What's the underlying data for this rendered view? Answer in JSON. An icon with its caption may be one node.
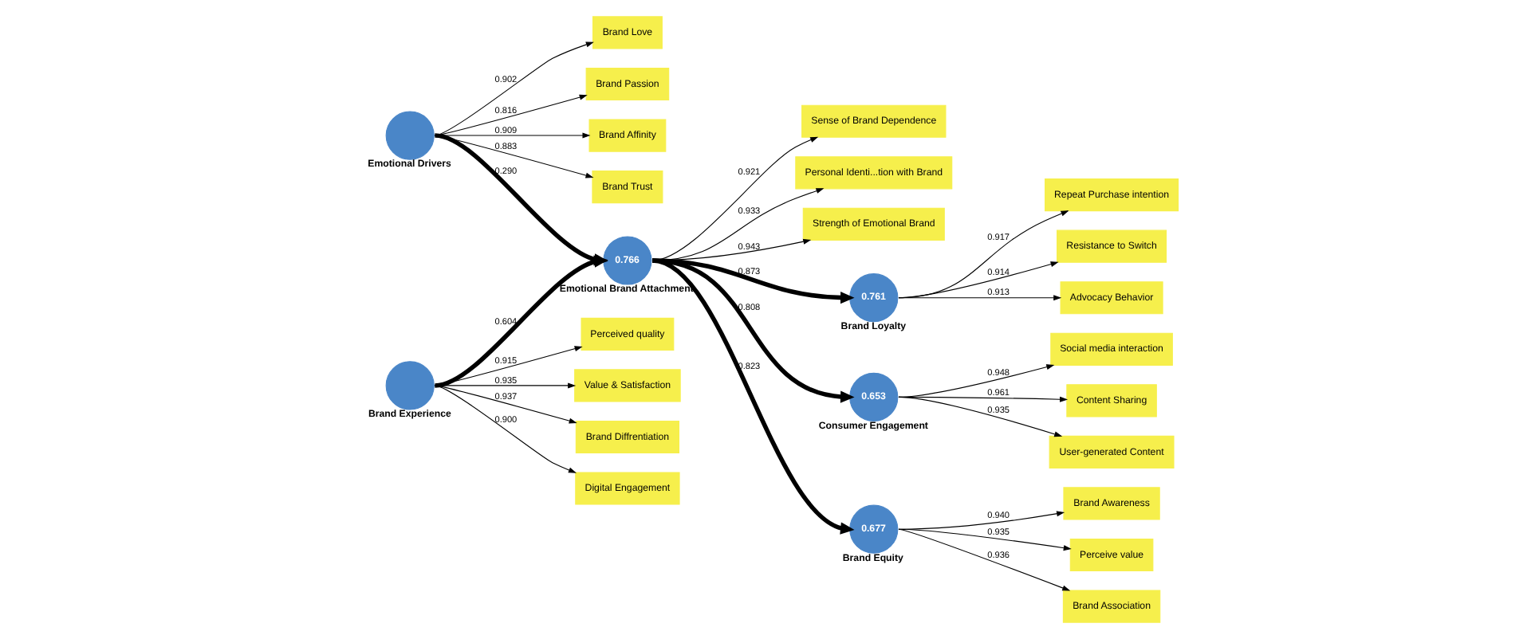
{
  "diagram": {
    "nodes": [
      {
        "text": [
          "Brand Love"
        ]
      },
      {
        "text": [
          "Brand Passion"
        ]
      },
      {
        "text": [
          "Brand Affinity"
        ]
      },
      {
        "text": [
          "Brand Trust"
        ]
      },
      {
        "text": [],
        "shape": "circle",
        "beside": [
          "Emotional Drivers"
        ]
      },
      {
        "text": [
          "Perceived quality"
        ]
      },
      {
        "text": [
          "Value & Satisfaction"
        ]
      },
      {
        "text": [
          "Brand Diffrentiation"
        ]
      },
      {
        "text": [
          "Digital Engagement"
        ]
      },
      {
        "text": [],
        "shape": "circle",
        "beside": [
          "Brand Experience"
        ]
      },
      {
        "text": [
          "Sense of Brand Dependence"
        ]
      },
      {
        "text": [
          "Personal Identi...tion with Brand"
        ]
      },
      {
        "text": [
          "Strength of Emotional Brand"
        ]
      },
      {
        "text": [
          "0.766"
        ],
        "beside": [
          "Emotional Brand Attachment"
        ]
      },
      {
        "text": [
          "Repeat Purchase intention"
        ]
      },
      {
        "text": [
          "Resistance to Switch"
        ]
      },
      {
        "text": [
          "Advocacy Behavior"
        ]
      },
      {
        "text": [
          "0.761"
        ],
        "beside": [
          "Brand Loyalty"
        ]
      },
      {
        "text": [
          "Social media interaction"
        ]
      },
      {
        "text": [
          "Content Sharing"
        ]
      },
      {
        "text": [
          "User-generated Content"
        ]
      },
      {
        "text": [
          "0.653"
        ],
        "beside": [
          "Consumer Engagement"
        ]
      },
      {
        "text": [
          "Brand Awareness"
        ]
      },
      {
        "text": [
          "Perceive value"
        ]
      },
      {
        "text": [
          "Brand Association"
        ]
      },
      {
        "text": [
          "0.677"
        ],
        "beside": [
          "Brand Equity"
        ]
      }
    ],
    "edges": [
      {
        "from": 4,
        "to": 0,
        "arrow": "to",
        "label": "0.902"
      },
      {
        "from": 4,
        "to": 1,
        "arrow": "to",
        "label": "0.816"
      },
      {
        "from": 4,
        "to": 2,
        "arrow": "to",
        "label": "0.909"
      },
      {
        "from": 4,
        "to": 3,
        "arrow": "to",
        "label": "0.883"
      },
      {
        "from": 9,
        "to": 5,
        "arrow": "to",
        "label": "0.915"
      },
      {
        "from": 9,
        "to": 6,
        "arrow": "to",
        "label": "0.935"
      },
      {
        "from": 9,
        "to": 7,
        "arrow": "to",
        "label": "0.937"
      },
      {
        "from": 9,
        "to": 8,
        "arrow": "to",
        "label": "0.900"
      },
      {
        "from": 4,
        "to": 13,
        "arrow": "to",
        "label": "0.290",
        "style": "thick"
      },
      {
        "from": 9,
        "to": 13,
        "arrow": "to",
        "label": "0.604",
        "style": "thick"
      },
      {
        "from": 13,
        "to": 11,
        "arrow": "to",
        "label": "0.933"
      },
      {
        "from": 13,
        "to": 10,
        "arrow": "to",
        "label": "0.921"
      },
      {
        "from": 13,
        "to": 12,
        "arrow": "to",
        "label": "0.943"
      },
      {
        "from": 13,
        "to": 17,
        "arrow": "to",
        "label": "0.873",
        "style": "thick"
      },
      {
        "from": 13,
        "to": 21,
        "arrow": "to",
        "label": "0.808",
        "style": "thick"
      },
      {
        "from": 13,
        "to": 25,
        "arrow": "to",
        "label": "0.823",
        "style": "thick"
      },
      {
        "from": 17,
        "to": 14,
        "arrow": "to",
        "label": "0.917"
      },
      {
        "from": 17,
        "to": 15,
        "arrow": "to",
        "label": "0.914"
      },
      {
        "from": 17,
        "to": 16,
        "arrow": "to",
        "label": "0.913"
      },
      {
        "from": 21,
        "to": 18,
        "arrow": "to",
        "label": "0.948"
      },
      {
        "from": 21,
        "to": 19,
        "arrow": "to",
        "label": "0.961"
      },
      {
        "from": 21,
        "to": 20,
        "arrow": "to",
        "label": "0.935"
      },
      {
        "from": 25,
        "to": 22,
        "arrow": "to",
        "label": "0.940"
      },
      {
        "from": 25,
        "to": 23,
        "arrow": "to",
        "label": "0.935"
      },
      {
        "from": 25,
        "to": 24,
        "arrow": "to",
        "label": "0.936"
      }
    ]
  }
}
